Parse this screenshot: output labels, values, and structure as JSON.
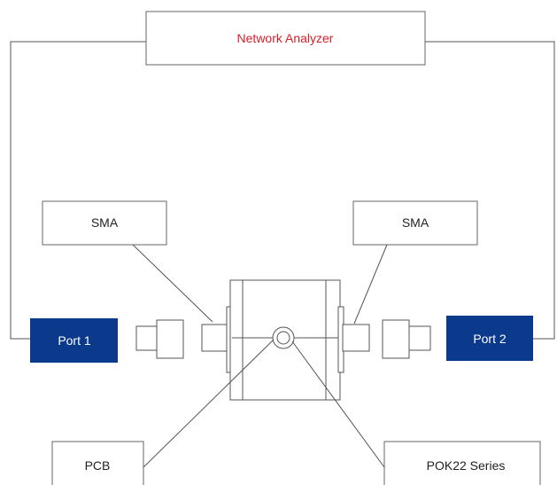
{
  "diagram": {
    "analyzer_label": "Network Analyzer",
    "port1_label": "Port 1",
    "port2_label": "Port 2",
    "sma_left_label": "SMA",
    "sma_right_label": "SMA",
    "pcb_label": "PCB",
    "pok_label": "POK22 Series"
  },
  "colors": {
    "analyzer_text": "#d6202a",
    "port_fill": "#0b3a8c",
    "port_text": "#ffffff",
    "line": "#555555",
    "box_stroke": "#666666",
    "label_text": "#222222"
  }
}
